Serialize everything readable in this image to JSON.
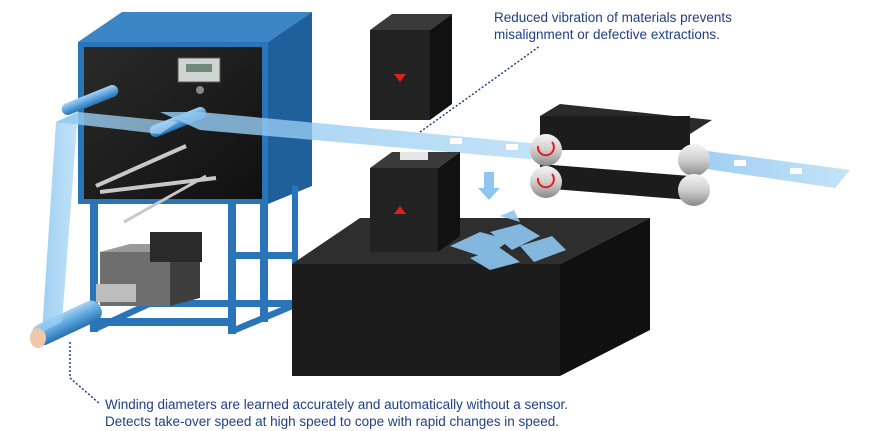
{
  "callouts": {
    "top": {
      "lines": [
        "Reduced vibration of materials prevents",
        "misalignment or defective extractions."
      ]
    },
    "bottom": {
      "lines": [
        "Winding diameters are learned accurately and automatically without a sensor.",
        "Detects take-over speed at high speed to cope with rapid changes in speed."
      ]
    }
  },
  "colors": {
    "callout_text": "#1f3f86",
    "leader_line": "#1f3f86",
    "machine_frame": "#2a74b8",
    "machine_panel": "#1e1e1e",
    "material_web": "#8ec6f0",
    "press_block": "#222222",
    "arrow_red": "#e0201a"
  },
  "icons": [
    "down-arrow-icon",
    "up-arrow-icon",
    "rotation-arrow-icon"
  ]
}
